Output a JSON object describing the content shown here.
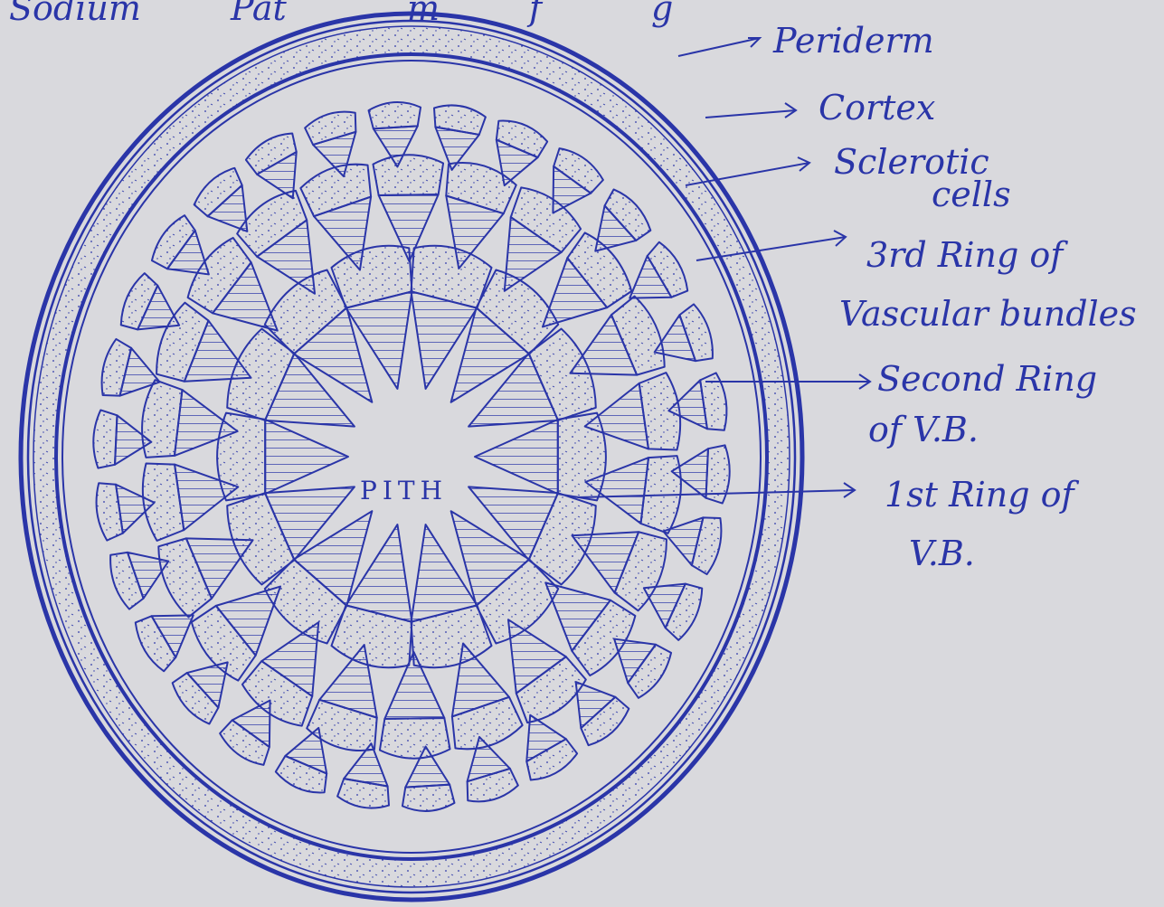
{
  "diagram": {
    "heading_fragments": [
      "Sodium",
      "Pat",
      "m",
      "f",
      "g"
    ],
    "center_label": "PITH",
    "labels": [
      {
        "id": "periderm",
        "lines": [
          "Periderm"
        ]
      },
      {
        "id": "cortex",
        "lines": [
          "Cortex"
        ]
      },
      {
        "id": "sclerotic",
        "lines": [
          "Sclerotic",
          "cells"
        ]
      },
      {
        "id": "third-ring",
        "lines": [
          "3rd Ring of",
          "Vascular bundles"
        ]
      },
      {
        "id": "second-ring",
        "lines": [
          "Second Ring",
          "of V.B."
        ]
      },
      {
        "id": "first-ring",
        "lines": [
          "1st Ring of",
          "V.B."
        ]
      }
    ],
    "rings": [
      {
        "name": "1st Ring of V.B.",
        "bundle_count": 14
      },
      {
        "name": "Second Ring of V.B.",
        "bundle_count": 22
      },
      {
        "name": "3rd Ring of Vascular bundles",
        "bundle_count": 30
      }
    ],
    "colors": {
      "ink": "#2a35a8",
      "paper": "#d9d9dd"
    }
  }
}
